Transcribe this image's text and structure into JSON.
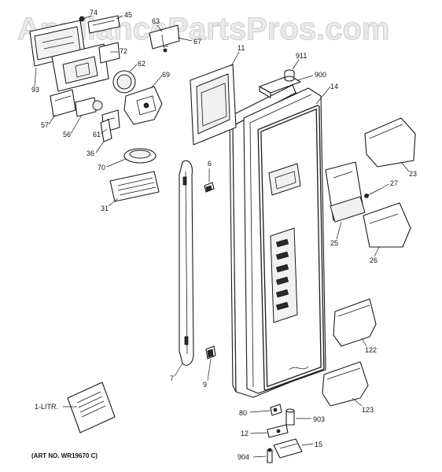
{
  "watermark": "AppliancePartsPros.com",
  "art_number": "(ART NO. WR19670 C)",
  "manual_label": "1-LITR.",
  "callouts": {
    "c74": "74",
    "c45": "45",
    "c63": "63",
    "c67": "67",
    "c72": "72",
    "c62": "62",
    "c69": "69",
    "c93": "93",
    "c57": "57",
    "c56": "56",
    "c61": "61",
    "c36": "36",
    "c70": "70",
    "c31": "31",
    "c11": "11",
    "c911": "911",
    "c900": "900",
    "c14": "14",
    "c6": "6",
    "c23": "23",
    "c27": "27",
    "c25": "25",
    "c26": "26",
    "c122": "122",
    "c7": "7",
    "c9": "9",
    "c123": "123",
    "c80": "80",
    "c903": "903",
    "c12": "12",
    "c15": "15",
    "c904": "904"
  }
}
